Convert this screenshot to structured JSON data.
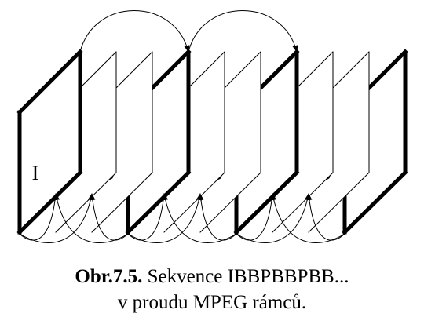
{
  "diagram": {
    "frames": [
      {
        "type": "I",
        "emphasis": true
      },
      {
        "type": "B",
        "emphasis": false
      },
      {
        "type": "B",
        "emphasis": false
      },
      {
        "type": "P",
        "emphasis": true
      },
      {
        "type": "B",
        "emphasis": false
      },
      {
        "type": "B",
        "emphasis": false
      },
      {
        "type": "P",
        "emphasis": true
      },
      {
        "type": "B",
        "emphasis": false
      },
      {
        "type": "B",
        "emphasis": false
      },
      {
        "type": "I",
        "emphasis": true
      }
    ],
    "forward_references": [
      [
        0,
        3
      ],
      [
        3,
        6
      ]
    ],
    "bidirectional_references": [
      [
        0,
        1
      ],
      [
        0,
        2
      ],
      [
        3,
        1
      ],
      [
        3,
        2
      ],
      [
        3,
        4
      ],
      [
        3,
        5
      ],
      [
        6,
        4
      ],
      [
        6,
        5
      ],
      [
        6,
        7
      ],
      [
        6,
        8
      ],
      [
        9,
        7
      ],
      [
        9,
        8
      ]
    ],
    "colors": {
      "line": "#000000",
      "background": "#ffffff"
    }
  },
  "caption": {
    "label": "Obr.7.5.",
    "line1": " Sekvence IBBPBBPBB...",
    "line2": "v proudu MPEG rámců."
  }
}
